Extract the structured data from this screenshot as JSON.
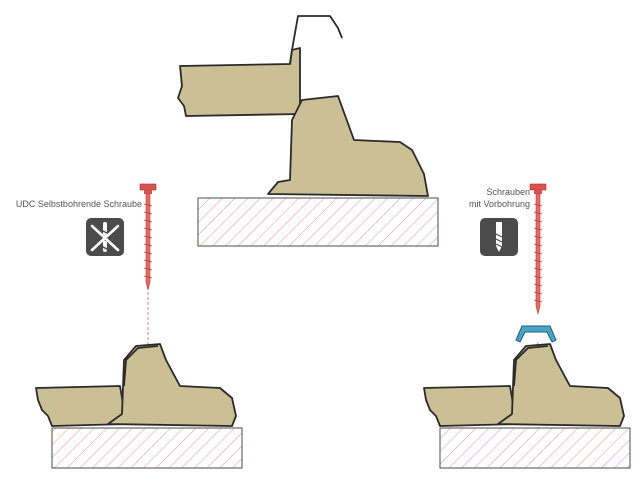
{
  "labels": {
    "left_screw": "UDC Selbstbohrende Schraube",
    "right_screw_line1": "Schrauben",
    "right_screw_line2": "mit Vorbohrung"
  },
  "icons": {
    "left": "no-predrill-icon",
    "right": "drill-bit-icon"
  },
  "colors": {
    "insulation_core": "#cbbf95",
    "hatch_line": "#e8a0b0",
    "screw": "#d9534f",
    "washer_cap": "#4aa3c7",
    "icon_background": "#4b4b4b"
  }
}
